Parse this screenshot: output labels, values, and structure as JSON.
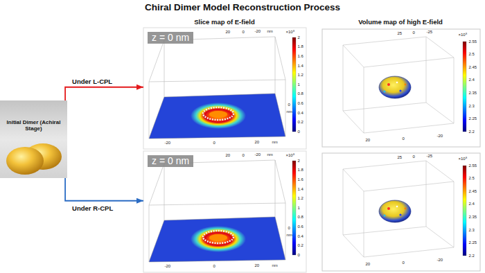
{
  "diagram": {
    "title": "Chiral Dimer Model Reconstruction Process",
    "nodes": [
      {
        "text": [
          "Initial Dimer (Achiral Stage)"
        ]
      },
      {
        "text": [
          "z = 0 nm",
          "×10⁸",
          "2",
          "1.8",
          "1.6",
          "1.4",
          "1.2",
          "1",
          "0.8",
          "0.6",
          "0.4",
          "0.2",
          "0",
          "20",
          "0",
          "-20",
          "nm",
          "0",
          "nm",
          "-20",
          "0",
          "20",
          "nm"
        ]
      },
      {
        "text": [
          "×10⁸",
          "2.55",
          "2.5",
          "2.45",
          "2.4",
          "2.35",
          "2.3",
          "2.25",
          "2.2",
          "25",
          "0",
          "-25",
          "20",
          "0",
          "-20"
        ]
      },
      {
        "text": [
          "z = 0 nm",
          "×10⁸",
          "2",
          "1.8",
          "1.6",
          "1.4",
          "1.2",
          "1",
          "0.8",
          "0.6",
          "0.4",
          "0.2",
          "0",
          "20",
          "0",
          "-20",
          "nm",
          "0",
          "nm",
          "-20",
          "0",
          "20",
          "nm"
        ]
      },
      {
        "text": [
          "×10⁸",
          "2.55",
          "2.5",
          "2.45",
          "2.4",
          "2.35",
          "2.3",
          "2.25",
          "2.2",
          "25",
          "0",
          "-25",
          "20",
          "0",
          "-20"
        ]
      }
    ],
    "edges": [
      {
        "from": 0,
        "to": 1,
        "arrow": "to",
        "label": "Under L-CPL"
      },
      {
        "from": 0,
        "to": 3,
        "arrow": "to",
        "label": "Under R-CPL"
      }
    ],
    "labels": [
      "Slice map of E-field",
      "Volume map of high E-field"
    ]
  }
}
